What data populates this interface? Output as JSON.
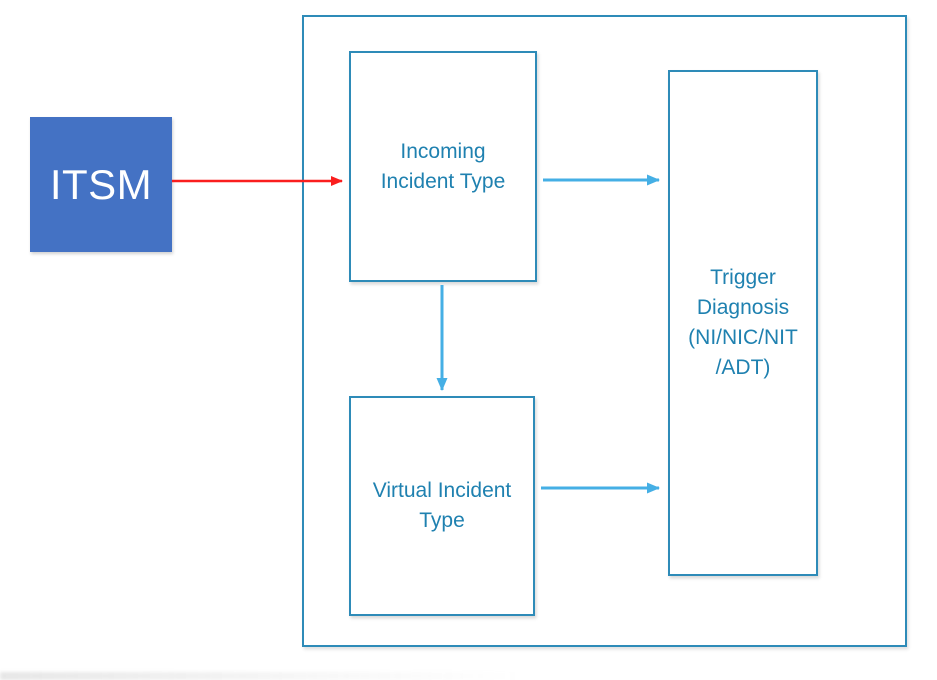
{
  "colors": {
    "canvas_bg": "#FFFFFF",
    "itsm_fill": "#4472C4",
    "itsm_text": "#FFFFFF",
    "box_border": "#2E8BB8",
    "box_text": "#1F81B0",
    "arrow_red": "#FA1E1E",
    "arrow_blue": "#45AFE5"
  },
  "nodes": {
    "itsm": {
      "label": "ITSM"
    },
    "incoming": {
      "label": "Incoming\nIncident Type"
    },
    "virtual": {
      "label": "Virtual Incident\nType"
    },
    "trigger": {
      "label": "Trigger\nDiagnosis\n(NI/NIC/NIT\n/ADT)"
    }
  },
  "edges": [
    {
      "from": "itsm",
      "to": "incoming",
      "color": "red"
    },
    {
      "from": "incoming",
      "to": "trigger",
      "color": "blue"
    },
    {
      "from": "incoming",
      "to": "virtual",
      "color": "blue"
    },
    {
      "from": "virtual",
      "to": "trigger",
      "color": "blue"
    }
  ]
}
